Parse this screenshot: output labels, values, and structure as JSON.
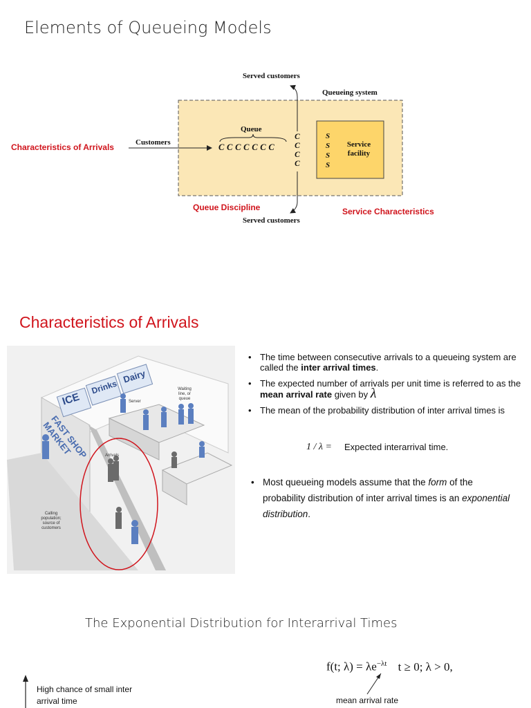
{
  "slide1": {
    "title": "Elements of Queueing Models",
    "diagram": {
      "served_top": "Served customers",
      "served_bottom": "Served customers",
      "system_label": "Queueing system",
      "queue_label": "Queue",
      "queue_row": "C C C C C C C",
      "queue_col": [
        "C",
        "C",
        "C",
        "C"
      ],
      "customers_label": "Customers",
      "server_col": [
        "S",
        "S",
        "S",
        "S"
      ],
      "service_facility": [
        "Service",
        "facility"
      ]
    },
    "labels": {
      "arrivals": "Characteristics of Arrivals",
      "discipline": "Queue Discipline",
      "service": "Service Characteristics"
    },
    "colors": {
      "accent_red": "#d0141c",
      "system_fill": "#fbe7b6",
      "facility_fill": "#fdd56a"
    }
  },
  "slide2": {
    "title": "Characteristics of Arrivals",
    "illustration": {
      "signs": [
        "ICE",
        "Drinks",
        "Dairy"
      ],
      "store_name": "FAST SHOP MARKET",
      "server_label": "Server",
      "waiting_label": "Waiting line, or queue",
      "arrivals_label": "Arrivals",
      "calling_label": "Calling population; source of customers"
    },
    "bullets": {
      "b1_pre": "The time between consecutive arrivals to a queueing system are called the ",
      "b1_bold": "inter arrival times",
      "b1_post": ".",
      "b2_pre": "The expected number of arrivals per unit time is referred to as the ",
      "b2_bold": "mean arrival rate",
      "b2_post": " given by ",
      "lambda": "λ",
      "b3": "The mean of the probability distribution of inter arrival times is",
      "formula_lhs": "1 / λ =",
      "formula_rhs": "Expected interarrival time.",
      "b4_pre": "Most queueing models assume that the ",
      "b4_form": "form",
      "b4_mid": " of the probability distribution of inter arrival times is an ",
      "b4_exp": "exponential distribution",
      "b4_post": "."
    }
  },
  "slide3": {
    "title": "The Exponential Distribution for Interarrival Times",
    "formula": "f(t; λ) = λe",
    "exponent": "−λt",
    "condition": "t ≥ 0; λ > 0,",
    "annotation": "mean arrival rate",
    "axis_note": "High chance of small inter arrival time"
  }
}
